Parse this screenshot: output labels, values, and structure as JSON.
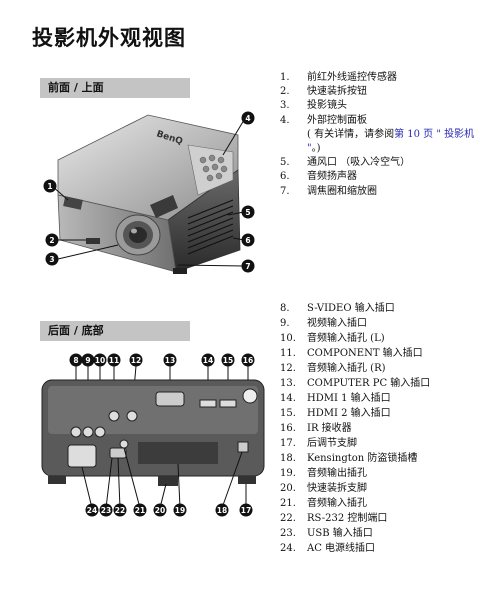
{
  "page_title": "投影机外观视图",
  "front": {
    "header": "前面 / 上面",
    "brand": "BenQ",
    "items": [
      {
        "num": "1.",
        "text": "前红外线遥控传感器"
      },
      {
        "num": "2.",
        "text": "快速装拆按钮"
      },
      {
        "num": "3.",
        "text": "投影镜头"
      },
      {
        "num": "4.",
        "text": "外部控制面板"
      },
      {
        "num": "5.",
        "text": "通风口 （吸入冷空气）"
      },
      {
        "num": "6.",
        "text": "音频扬声器"
      },
      {
        "num": "7.",
        "text": "调焦圈和缩放圈"
      }
    ],
    "note_prefix": "( 有关详情，请参阅",
    "note_link": "第 10 页 \" 投影机 \"",
    "note_suffix": "。)",
    "badges": [
      "1",
      "2",
      "3",
      "4",
      "5",
      "6",
      "7"
    ]
  },
  "rear": {
    "header": "后面 / 底部",
    "items": [
      {
        "num": "8.",
        "text": "S-VIDEO 输入插口"
      },
      {
        "num": "9.",
        "text": "视频输入插口"
      },
      {
        "num": "10.",
        "text": " 音频输入插孔 (L)"
      },
      {
        "num": "11.",
        "text": "COMPONENT 输入插口"
      },
      {
        "num": "12.",
        "text": "音频输入插孔 (R)"
      },
      {
        "num": "13.",
        "text": "COMPUTER PC 输入插口"
      },
      {
        "num": "14.",
        "text": "HDMI 1 输入插口"
      },
      {
        "num": "15.",
        "text": "HDMI 2 输入插口"
      },
      {
        "num": "16.",
        "text": "IR 接收器"
      },
      {
        "num": "17.",
        "text": "后调节支脚"
      },
      {
        "num": "18.",
        "text": "Kensington 防盗锁插槽"
      },
      {
        "num": "19.",
        "text": "音频输出插孔"
      },
      {
        "num": "20.",
        "text": "快速装拆支脚"
      },
      {
        "num": "21.",
        "text": "音频输入插孔"
      },
      {
        "num": "22.",
        "text": "RS-232 控制端口"
      },
      {
        "num": "23.",
        "text": " USB 输入插口"
      },
      {
        "num": "24.",
        "text": "AC 电源线插口"
      }
    ],
    "top_badges": [
      "8",
      "9",
      "10",
      "11",
      "12",
      "13",
      "14",
      "15",
      "16"
    ],
    "bottom_badges": [
      "24",
      "23",
      "22",
      "21",
      "20",
      "19",
      "18",
      "17"
    ]
  }
}
